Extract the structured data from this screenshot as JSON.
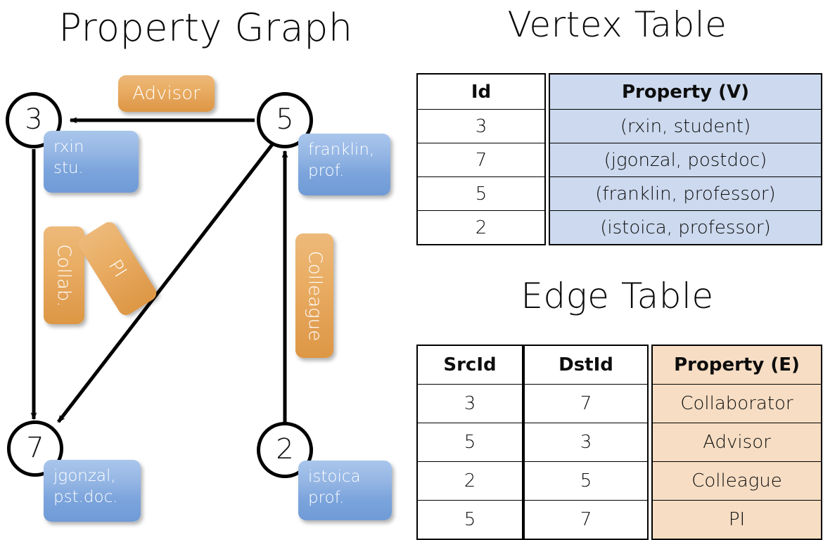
{
  "titles": {
    "property_graph": "Property Graph",
    "vertex_table": "Vertex Table",
    "edge_table": "Edge Table"
  },
  "colors": {
    "vertex_property_fill": "#ccd9ee",
    "edge_property_fill": "#f6ddc3",
    "blue_badge": "#7ba4dc",
    "orange_badge": "#e2a054",
    "node_stroke": "#000000",
    "background": "#ffffff"
  },
  "graph": {
    "nodes": [
      {
        "id": "3",
        "prop_line1": "rxin",
        "prop_line2": "stu."
      },
      {
        "id": "5",
        "prop_line1": "franklin,",
        "prop_line2": "prof."
      },
      {
        "id": "7",
        "prop_line1": "jgonzal,",
        "prop_line2": "pst.doc."
      },
      {
        "id": "2",
        "prop_line1": "istoica",
        "prop_line2": "prof."
      }
    ],
    "edge_labels": {
      "advisor": "Advisor",
      "collab": "Collab.",
      "pi": "PI",
      "colleague": "Colleague"
    },
    "edges": [
      {
        "from": "5",
        "to": "3",
        "label": "Advisor"
      },
      {
        "from": "3",
        "to": "7",
        "label": "Collab."
      },
      {
        "from": "5",
        "to": "7",
        "label": "PI"
      },
      {
        "from": "2",
        "to": "5",
        "label": "Colleague"
      }
    ]
  },
  "vertex_table": {
    "headers": [
      "Id",
      "Property (V)"
    ],
    "rows": [
      {
        "id": "3",
        "property": "(rxin, student)"
      },
      {
        "id": "7",
        "property": "(jgonzal, postdoc)"
      },
      {
        "id": "5",
        "property": "(franklin, professor)"
      },
      {
        "id": "2",
        "property": "(istoica, professor)"
      }
    ]
  },
  "edge_table": {
    "headers": [
      "SrcId",
      "DstId",
      "Property (E)"
    ],
    "rows": [
      {
        "src": "3",
        "dst": "7",
        "property": "Collaborator"
      },
      {
        "src": "5",
        "dst": "3",
        "property": "Advisor"
      },
      {
        "src": "2",
        "dst": "5",
        "property": "Colleague"
      },
      {
        "src": "5",
        "dst": "7",
        "property": "PI"
      }
    ]
  }
}
